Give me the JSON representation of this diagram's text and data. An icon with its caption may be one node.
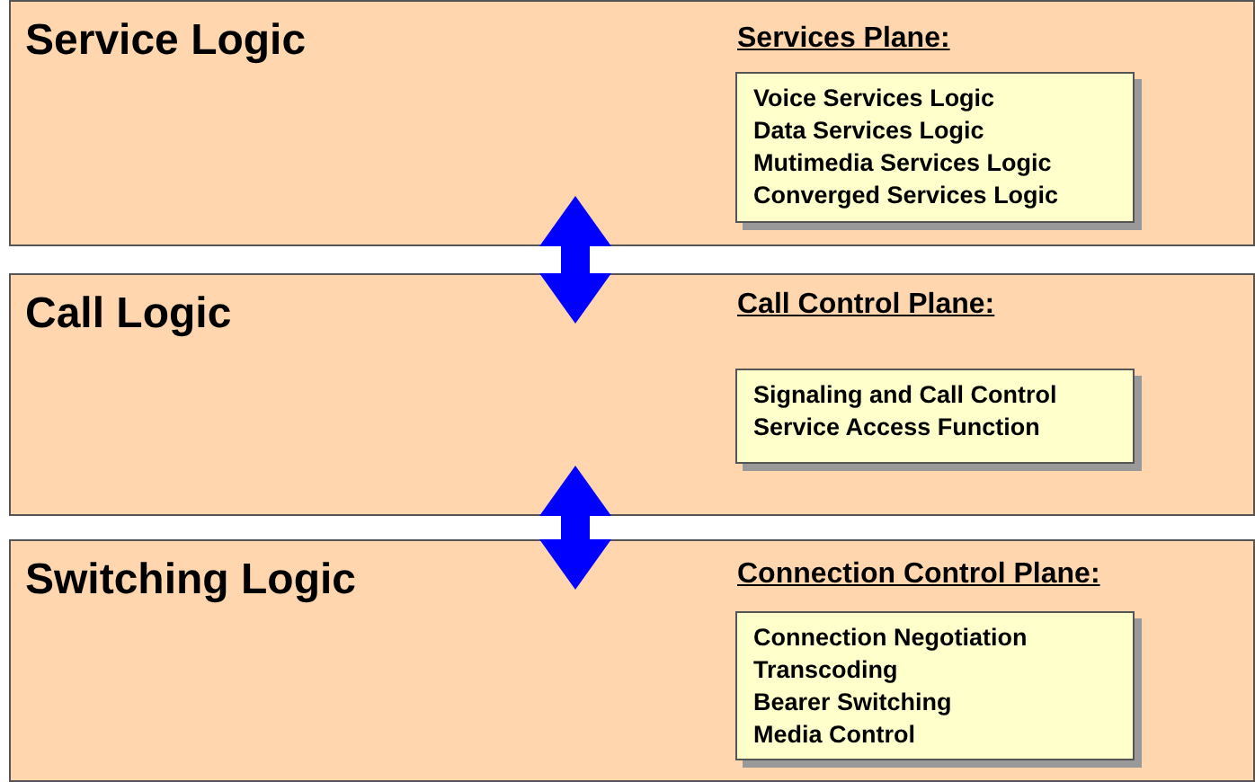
{
  "diagram": {
    "nodes": [
      {
        "text": [
          "Service Logic",
          "Services Plane:"
        ]
      },
      {
        "text": [
          "Voice Services Logic",
          "Data Services Logic",
          "Mutimedia Services Logic",
          "Converged Services Logic"
        ],
        "in": 0
      },
      {
        "text": [
          "Call Logic",
          "Call Control Plane:"
        ]
      },
      {
        "text": [
          "Signaling and Call Control",
          "Service Access Function"
        ],
        "in": 2
      },
      {
        "text": [
          "Switching Logic",
          "Connection Control Plane:"
        ]
      },
      {
        "text": [
          "Connection Negotiation",
          "Transcoding",
          "Bearer Switching",
          "Media Control"
        ],
        "in": 4
      }
    ],
    "edges": [
      {
        "from": 0,
        "to": 2,
        "arrow": "both"
      },
      {
        "from": 2,
        "to": 4,
        "arrow": "both"
      }
    ]
  }
}
